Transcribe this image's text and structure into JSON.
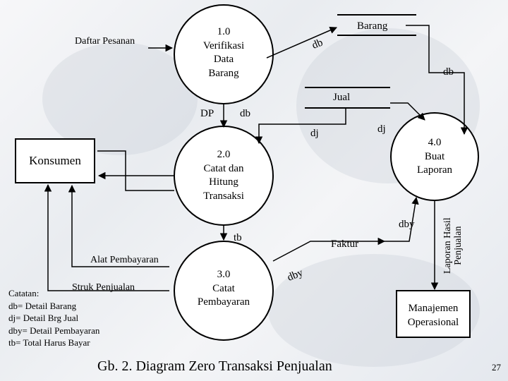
{
  "processes": [
    {
      "id": "p1",
      "lines": [
        "1.0",
        "Verifikasi",
        "Data",
        "Barang"
      ]
    },
    {
      "id": "p2",
      "lines": [
        "2.0",
        "Catat dan",
        "Hitung",
        "Transaksi"
      ]
    },
    {
      "id": "p3",
      "lines": [
        "3.0",
        "Catat",
        "Pembayaran"
      ]
    },
    {
      "id": "p4",
      "lines": [
        "4.0",
        "Buat",
        "Laporan"
      ]
    }
  ],
  "entities": {
    "konsumen": "Konsumen",
    "manajemen": [
      "Manajemen",
      "Operasional"
    ]
  },
  "datastores": {
    "barang": "Barang",
    "jual": "Jual"
  },
  "flows": {
    "daftar_pesanan": "Daftar Pesanan",
    "db_p1_store": "db",
    "db_store_p4": "db",
    "dp": "DP",
    "db_p1_p2": "db",
    "dj_p2": "dj",
    "dj_p4": "dj",
    "alat_pembayaran": "Alat Pembayaran",
    "struk_penjualan": "Struk Penjualan",
    "tb": "tb",
    "faktur": "Faktur",
    "dby_p3": "dby",
    "dby_p4": "dby",
    "laporan_line1": "Laporan Hasil",
    "laporan_line2": "Penjualan"
  },
  "notes": [
    "Catatan:",
    "db= Detail Barang",
    "dj= Detail Brg Jual",
    "dby= Detail Pembayaran",
    "tb= Total Harus Bayar"
  ],
  "caption": "Gb. 2. Diagram Zero Transaksi Penjualan",
  "page_number": "27"
}
